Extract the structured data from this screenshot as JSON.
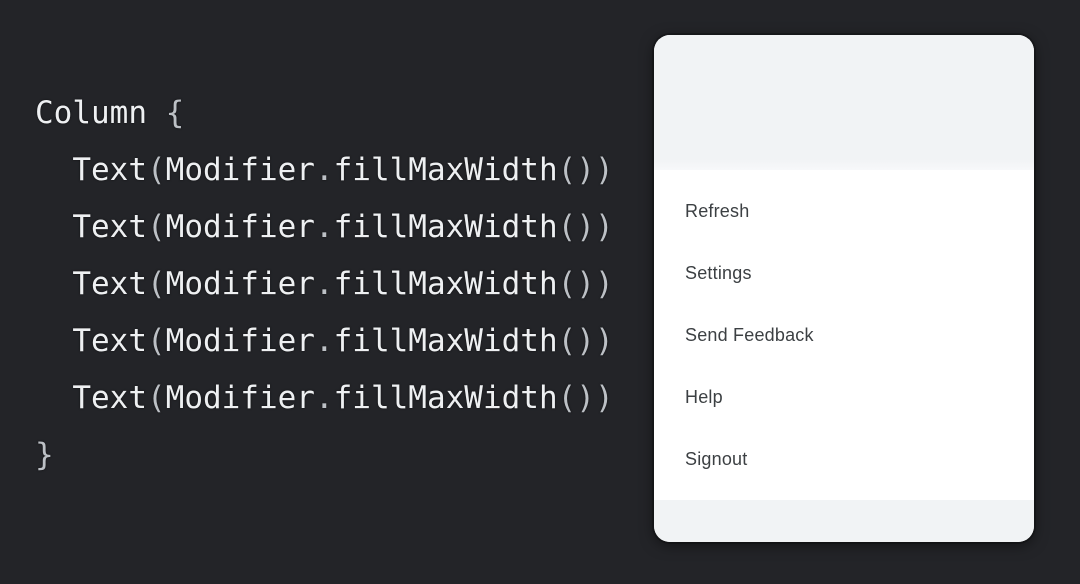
{
  "code_panel": {
    "lines": [
      "Column {",
      "  Text(Modifier.fillMaxWidth())",
      "  Text(Modifier.fillMaxWidth())",
      "  Text(Modifier.fillMaxWidth())",
      "  Text(Modifier.fillMaxWidth())",
      "  Text(Modifier.fillMaxWidth())",
      "}"
    ]
  },
  "menu_panel": {
    "items": [
      {
        "label": "Refresh"
      },
      {
        "label": "Settings"
      },
      {
        "label": "Send Feedback"
      },
      {
        "label": "Help"
      },
      {
        "label": "Signout"
      }
    ]
  },
  "colors": {
    "background": "#232428",
    "code_text": "#eef0f2",
    "code_punctuation": "#bcc0c5",
    "panel_surface": "#ffffff",
    "panel_header": "#f1f3f5",
    "menu_text": "#3c4043"
  }
}
